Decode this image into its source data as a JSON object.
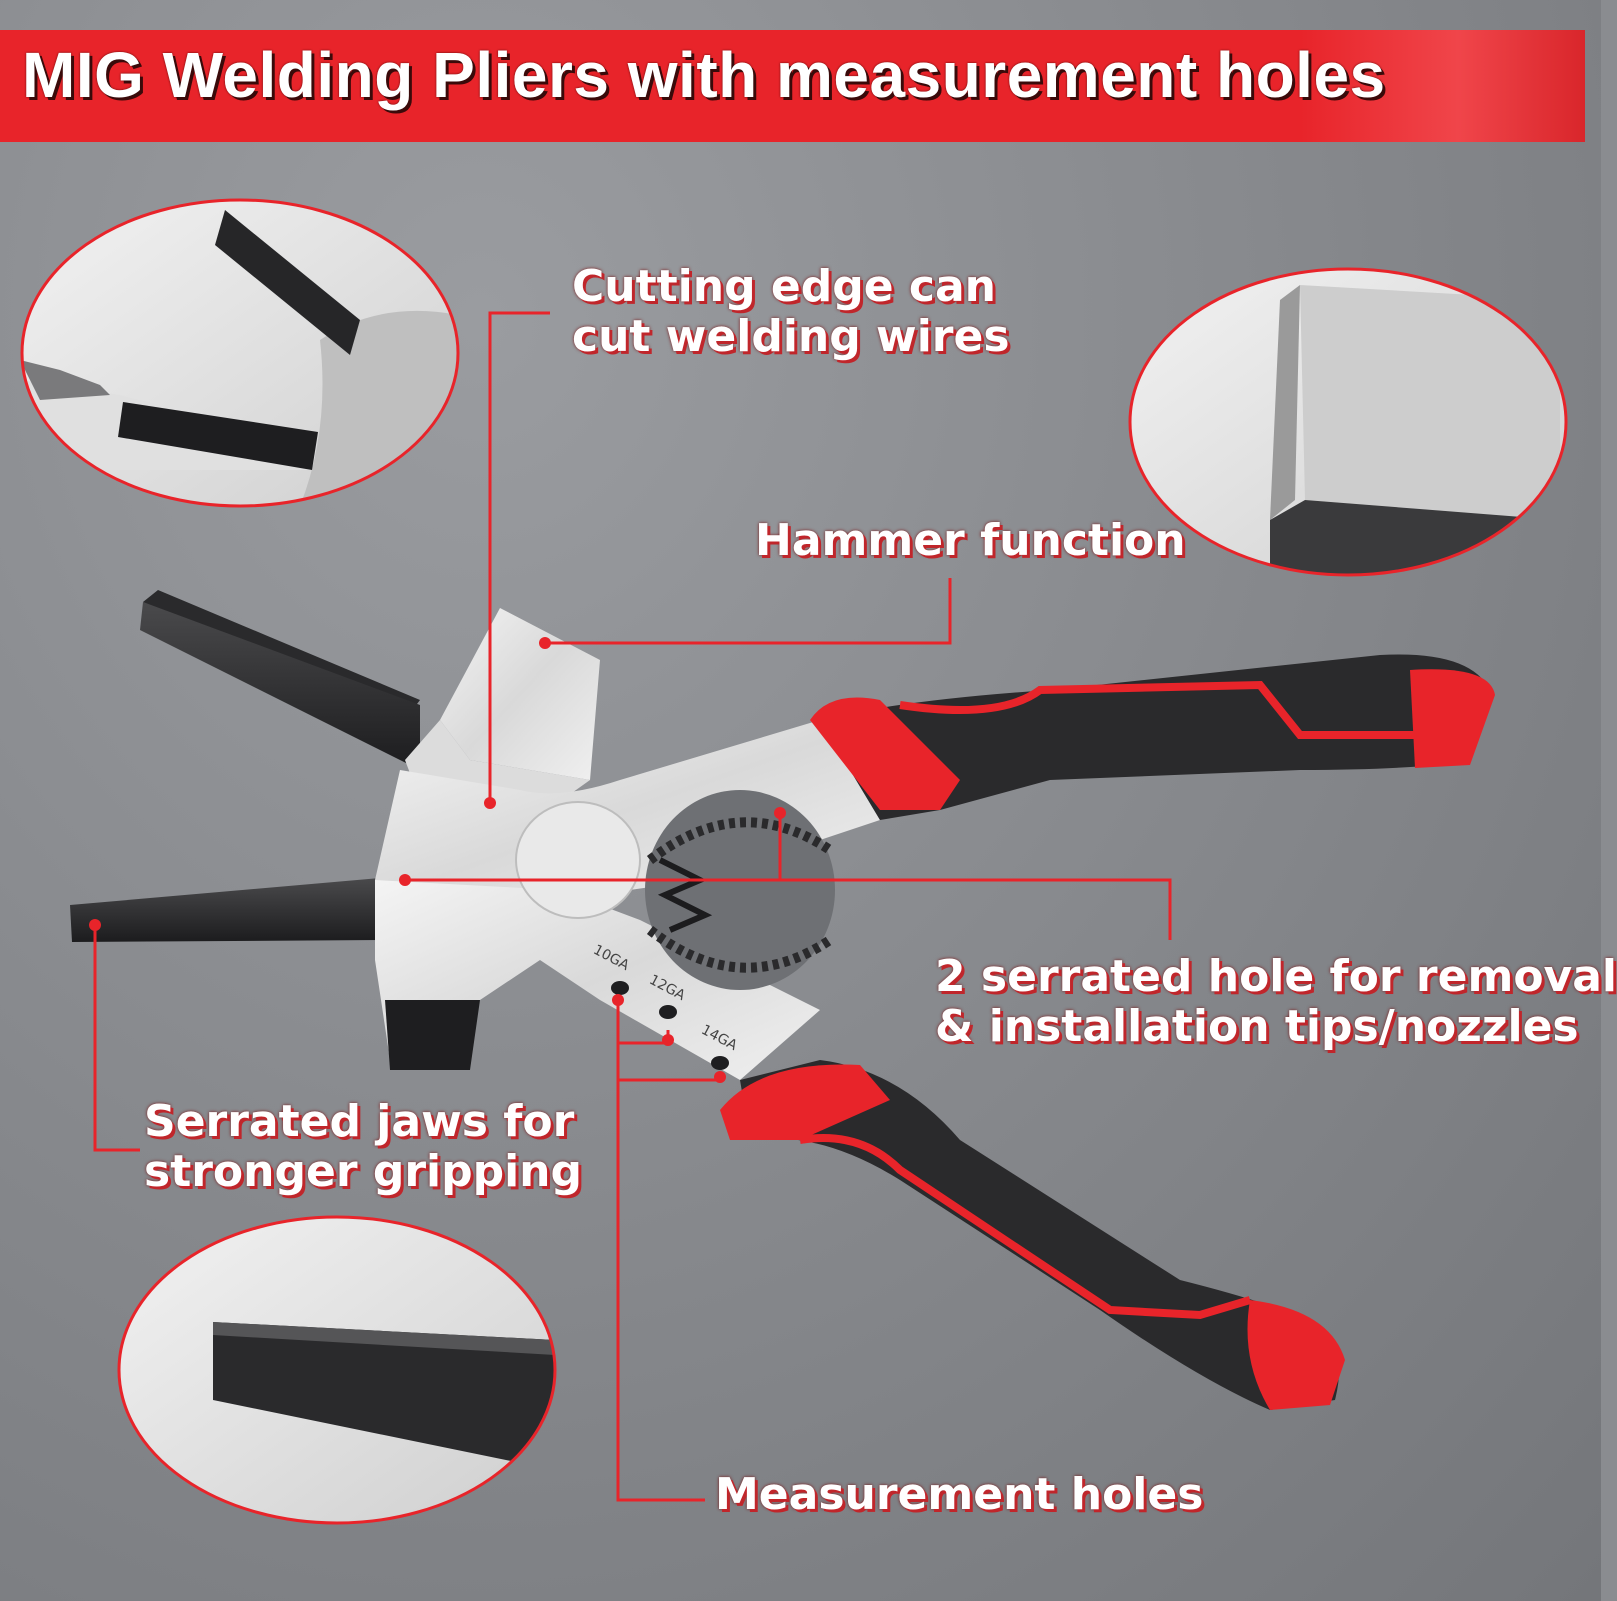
{
  "banner": {
    "title": "MIG Welding Pliers with measurement holes"
  },
  "callouts": {
    "cutting_edge_line1": "Cutting edge can",
    "cutting_edge_line2": "cut welding wires",
    "hammer": "Hammer function",
    "serrated_hole_line1": "2 serrated hole for removal",
    "serrated_hole_line2": "& installation tips/nozzles",
    "jaws_line1": "Serrated jaws for",
    "jaws_line2": "stronger gripping",
    "measurement": "Measurement holes"
  },
  "gauge_marks": {
    "g10": "10GA",
    "g12": "12GA",
    "g14": "14GA"
  },
  "colors": {
    "accent_red": "#e8242a",
    "handle_black": "#2a2a2c",
    "steel": "#e4e4e4",
    "background_gray": "#8a8c90"
  }
}
